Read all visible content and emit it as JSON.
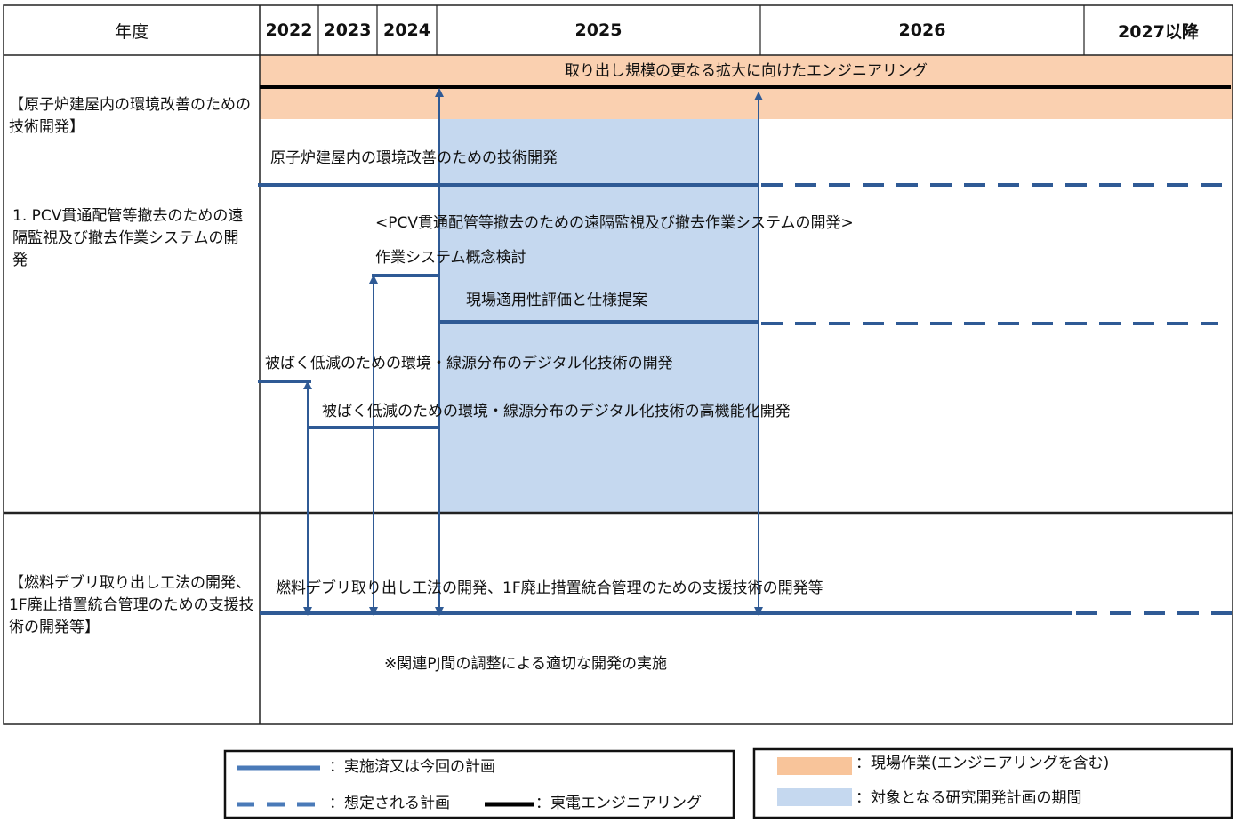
{
  "header": {
    "fiscal_year_label": "年度",
    "years": [
      "2022",
      "2023",
      "2024",
      "2025",
      "2026",
      "2027以降"
    ]
  },
  "sections": {
    "section1_title": "【原子炉建屋内の環境改善のための技術開発】",
    "item1_title": "1. PCV貫通配管等撤去のための遠隔監視及び撤去作業システムの開発",
    "section2_title": "【燃料デブリ取り出し工法の開発、1F廃止措置統合管理のための支援技術の開発等】"
  },
  "bars": {
    "engineering": "取り出し規模の更なる拡大に向けたエンジニアリング",
    "env_improvement": "原子炉建屋内の環境改善のための技術開発",
    "pcv_heading": "<PCV貫通配管等撤去のための遠隔監視及び撤去作業システムの開発>",
    "concept_study": "作業システム概念検討",
    "field_eval": "現場適用性評価と仕様提案",
    "digital": "被ばく低減のための環境・線源分布のデジタル化技術の開発",
    "digital_advanced": "被ばく低減のための環境・線源分布のデジタル化技術の高機能化開発",
    "debris": "燃料デブリ取り出し工法の開発、1F廃止措置統合管理のための支援技術の開発等",
    "note": "※関連PJ間の調整による適切な開発の実施"
  },
  "legend": {
    "solid": "：実施済又は今回の計画",
    "dashed": "：想定される計画",
    "black": "：東電エンジニアリング",
    "orange": "：現場作業(エンジニアリングを含む)",
    "blue": "：対象となる研究開発計画の期間"
  },
  "colors": {
    "line": "#2f5a95",
    "orange": "#fad0b0",
    "blue": "#c5d8ef",
    "legend_line": "#4a7ab8"
  }
}
